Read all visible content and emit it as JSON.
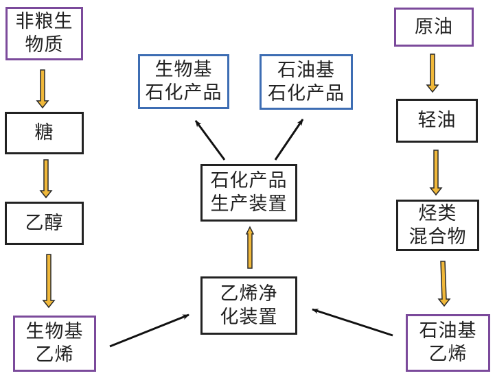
{
  "colors": {
    "source_border": "#7b4a9b",
    "process_border": "#222222",
    "product_border": "#3d6db3",
    "flow_arrow_fill": "#f0b83a",
    "flow_arrow_stroke": "#2a2a2a",
    "link_arrow": "#111111"
  },
  "left_chain": {
    "biomass": [
      "非粮生",
      "物质"
    ],
    "sugar": [
      "糖"
    ],
    "ethanol": [
      "乙醇"
    ],
    "bio_ethylene": [
      "生物基",
      "乙烯"
    ]
  },
  "center": {
    "bio_products": [
      "生物基",
      "石化产品"
    ],
    "petro_products": [
      "石油基",
      "石化产品"
    ],
    "production_unit": [
      "石化产品",
      "生产装置"
    ],
    "purification_unit": [
      "乙烯净",
      "化装置"
    ]
  },
  "right_chain": {
    "crude_oil": [
      "原油"
    ],
    "light_oil": [
      "轻油"
    ],
    "hydrocarbon_mix": [
      "烃类",
      "混合物"
    ],
    "petro_ethylene": [
      "石油基",
      "乙烯"
    ]
  },
  "edges": [
    {
      "from": "非粮生物质",
      "to": "糖",
      "style": "flow"
    },
    {
      "from": "糖",
      "to": "乙醇",
      "style": "flow"
    },
    {
      "from": "乙醇",
      "to": "生物基乙烯",
      "style": "flow"
    },
    {
      "from": "原油",
      "to": "轻油",
      "style": "flow"
    },
    {
      "from": "轻油",
      "to": "烃类混合物",
      "style": "flow"
    },
    {
      "from": "烃类混合物",
      "to": "石油基乙烯",
      "style": "flow"
    },
    {
      "from": "生物基乙烯",
      "to": "乙烯净化装置",
      "style": "link"
    },
    {
      "from": "石油基乙烯",
      "to": "乙烯净化装置",
      "style": "link"
    },
    {
      "from": "乙烯净化装置",
      "to": "石化产品生产装置",
      "style": "flow"
    },
    {
      "from": "石化产品生产装置",
      "to": "生物基石化产品",
      "style": "link"
    },
    {
      "from": "石化产品生产装置",
      "to": "石油基石化产品",
      "style": "link"
    }
  ]
}
